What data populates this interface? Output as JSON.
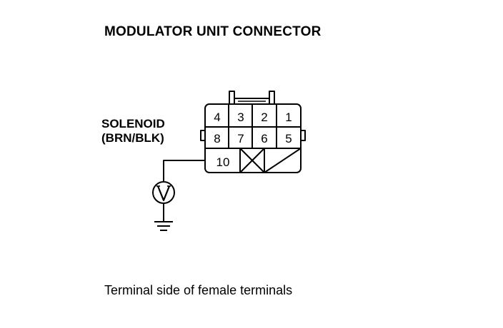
{
  "title": "MODULATOR UNIT CONNECTOR",
  "wire_label": {
    "line1": "SOLENOID",
    "line2": "(BRN/BLK)"
  },
  "caption": "Terminal side of female terminals",
  "connector": {
    "terminals_row1": [
      "4",
      "3",
      "2",
      "1"
    ],
    "terminals_row2": [
      "8",
      "7",
      "6",
      "5"
    ],
    "terminal_row3": "10"
  },
  "meter": {
    "symbol": "V"
  }
}
